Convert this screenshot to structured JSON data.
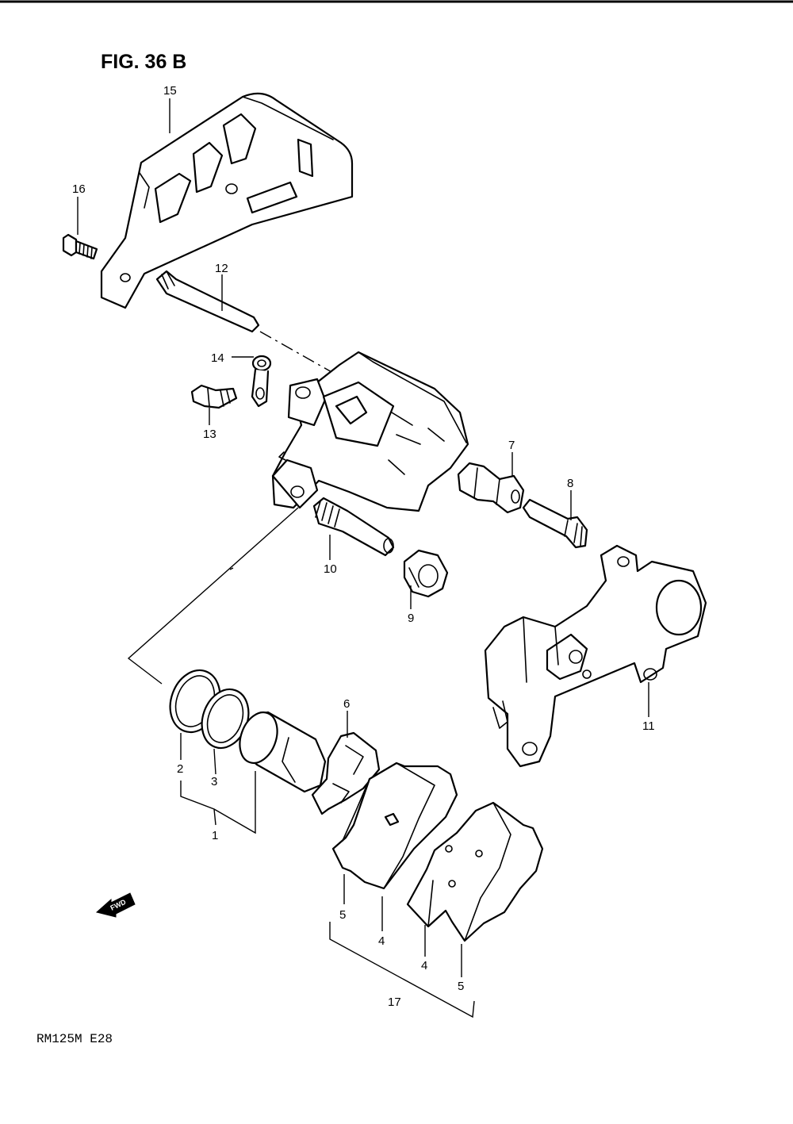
{
  "figure": {
    "title": "FIG. 36 B",
    "model_code": "RM125M E28",
    "forward_badge": "FWD"
  },
  "callouts": [
    {
      "id": "1",
      "text": "1"
    },
    {
      "id": "2",
      "text": "2"
    },
    {
      "id": "3",
      "text": "3"
    },
    {
      "id": "4a",
      "text": "4"
    },
    {
      "id": "4b",
      "text": "4"
    },
    {
      "id": "5a",
      "text": "5"
    },
    {
      "id": "5b",
      "text": "5"
    },
    {
      "id": "6",
      "text": "6"
    },
    {
      "id": "7",
      "text": "7"
    },
    {
      "id": "8",
      "text": "8"
    },
    {
      "id": "9",
      "text": "9"
    },
    {
      "id": "10",
      "text": "10"
    },
    {
      "id": "11",
      "text": "11"
    },
    {
      "id": "12",
      "text": "12"
    },
    {
      "id": "13",
      "text": "13"
    },
    {
      "id": "14",
      "text": "14"
    },
    {
      "id": "15",
      "text": "15"
    },
    {
      "id": "16",
      "text": "16"
    },
    {
      "id": "17",
      "text": "17"
    }
  ]
}
